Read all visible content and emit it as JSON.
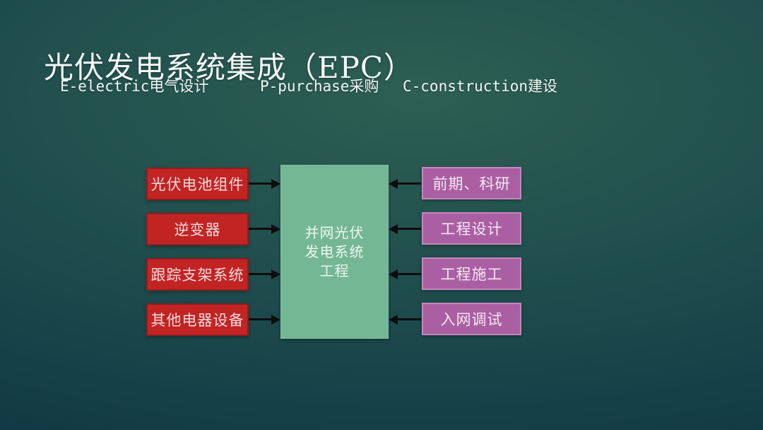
{
  "header": {
    "title": "光伏发电系统集成（EPC）",
    "subtitles": [
      "E-electric电气设计",
      "P-purchase采购",
      "C-construction建设"
    ]
  },
  "diagram": {
    "left_boxes": [
      {
        "label": "光伏电池组件"
      },
      {
        "label": "逆变器"
      },
      {
        "label": "跟踪支架系统"
      },
      {
        "label": "其他电器设备"
      }
    ],
    "center_box": {
      "lines": [
        "并网光伏",
        "发电系统",
        "工程"
      ]
    },
    "right_boxes": [
      {
        "label": "前期、科研"
      },
      {
        "label": "工程设计"
      },
      {
        "label": "工程施工"
      },
      {
        "label": "入网调试"
      }
    ]
  },
  "colors": {
    "bg-center": "#2d5f52",
    "bg-mid": "#1e4c4d",
    "bg-edge": "#0e3441",
    "red-fill": "#c22424",
    "red-border": "#931c1c",
    "red-text": "#f4dcdc",
    "green-fill": "#74b795",
    "green-border": "#82c2a2",
    "green-text": "#eef6ef",
    "purple-fill": "#ab5fa3",
    "purple-border": "#c387bb",
    "purple-text": "#f2e8f1",
    "arrow": "#0d0d0d",
    "title-text": "#f4f8f7"
  }
}
